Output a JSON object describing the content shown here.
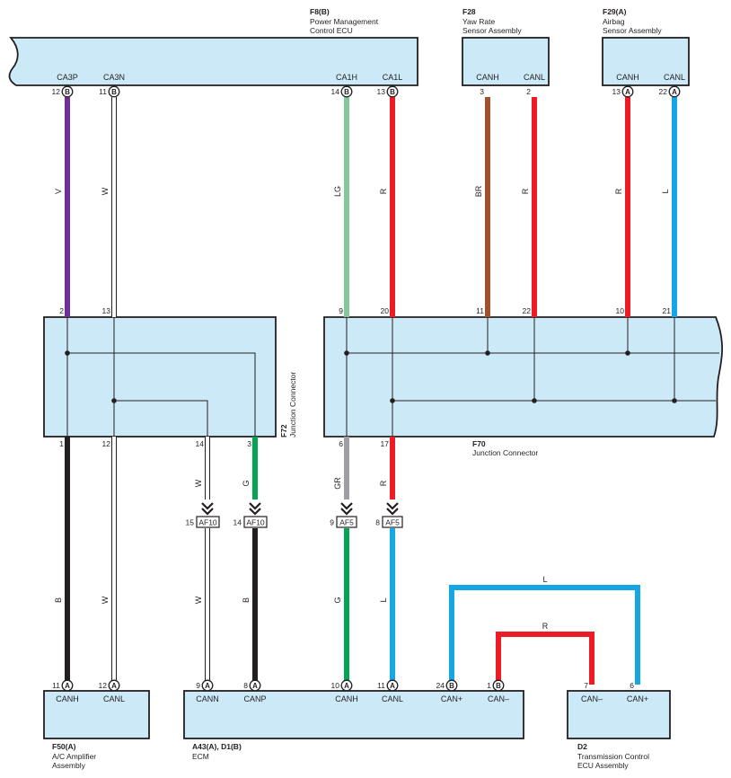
{
  "components": {
    "f8": {
      "id": "F8(B)",
      "name1": "Power Management",
      "name2": "Control ECU",
      "pins": [
        {
          "num": "12",
          "conn": "B",
          "term": "CA3P"
        },
        {
          "num": "11",
          "conn": "B",
          "term": "CA3N"
        },
        {
          "num": "14",
          "conn": "B",
          "term": "CA1H"
        },
        {
          "num": "13",
          "conn": "B",
          "term": "CA1L"
        }
      ]
    },
    "f28": {
      "id": "F28",
      "name1": "Yaw Rate",
      "name2": "Sensor Assembly",
      "pins": [
        {
          "num": "3",
          "term": "CANH"
        },
        {
          "num": "2",
          "term": "CANL"
        }
      ]
    },
    "f29": {
      "id": "F29(A)",
      "name1": "Airbag",
      "name2": "Sensor Assembly",
      "pins": [
        {
          "num": "13",
          "conn": "A",
          "term": "CANH"
        },
        {
          "num": "22",
          "conn": "A",
          "term": "CANL"
        }
      ]
    },
    "f72": {
      "id": "F72",
      "name": "Junction Connector",
      "top_pins": [
        "2",
        "13"
      ],
      "bottom_pins": [
        "1",
        "12",
        "14",
        "3"
      ]
    },
    "f70": {
      "id": "F70",
      "name": "Junction Connector",
      "top_pins": [
        "9",
        "20",
        "11",
        "22",
        "10",
        "21"
      ],
      "bottom_pins": [
        "6",
        "17"
      ]
    },
    "f50": {
      "id": "F50(A)",
      "name1": "A/C Amplifier",
      "name2": "Assembly",
      "pins": [
        {
          "num": "11",
          "conn": "A",
          "term": "CANH"
        },
        {
          "num": "12",
          "conn": "A",
          "term": "CANL"
        }
      ]
    },
    "ecm": {
      "id": "A43(A), D1(B)",
      "name": "ECM",
      "pins": [
        {
          "num": "9",
          "conn": "A",
          "term": "CANN"
        },
        {
          "num": "8",
          "conn": "A",
          "term": "CANP"
        },
        {
          "num": "10",
          "conn": "A",
          "term": "CANH"
        },
        {
          "num": "11",
          "conn": "A",
          "term": "CANL"
        },
        {
          "num": "24",
          "conn": "B",
          "term": "CAN+"
        },
        {
          "num": "1",
          "conn": "B",
          "term": "CAN–"
        }
      ]
    },
    "d2": {
      "id": "D2",
      "name1": "Transmission Control",
      "name2": "ECU Assembly",
      "pins": [
        {
          "num": "7",
          "term": "CAN–"
        },
        {
          "num": "6",
          "term": "CAN+"
        }
      ]
    }
  },
  "junctions": [
    {
      "pin": "15",
      "name": "AF10"
    },
    {
      "pin": "14",
      "name": "AF10"
    },
    {
      "pin": "9",
      "name": "AF5"
    },
    {
      "pin": "8",
      "name": "AF5"
    }
  ],
  "wire_labels": {
    "upper": [
      "V",
      "W",
      "LG",
      "R",
      "BR",
      "R",
      "R",
      "L"
    ],
    "mid": [
      "W",
      "G",
      "GR",
      "R"
    ],
    "lower": [
      "B",
      "W",
      "W",
      "B",
      "G",
      "L"
    ],
    "loop_l": "L",
    "loop_r": "R"
  },
  "colors": {
    "V": "#6e3191",
    "W": "#ffffff",
    "LG": "#84c79c",
    "R": "#ec1c24",
    "BR": "#a0522d",
    "L": "#15a6e4",
    "B": "#231f20",
    "G": "#00a651",
    "GR": "#9d9fa2",
    "box_fill": "#cce9f7"
  }
}
